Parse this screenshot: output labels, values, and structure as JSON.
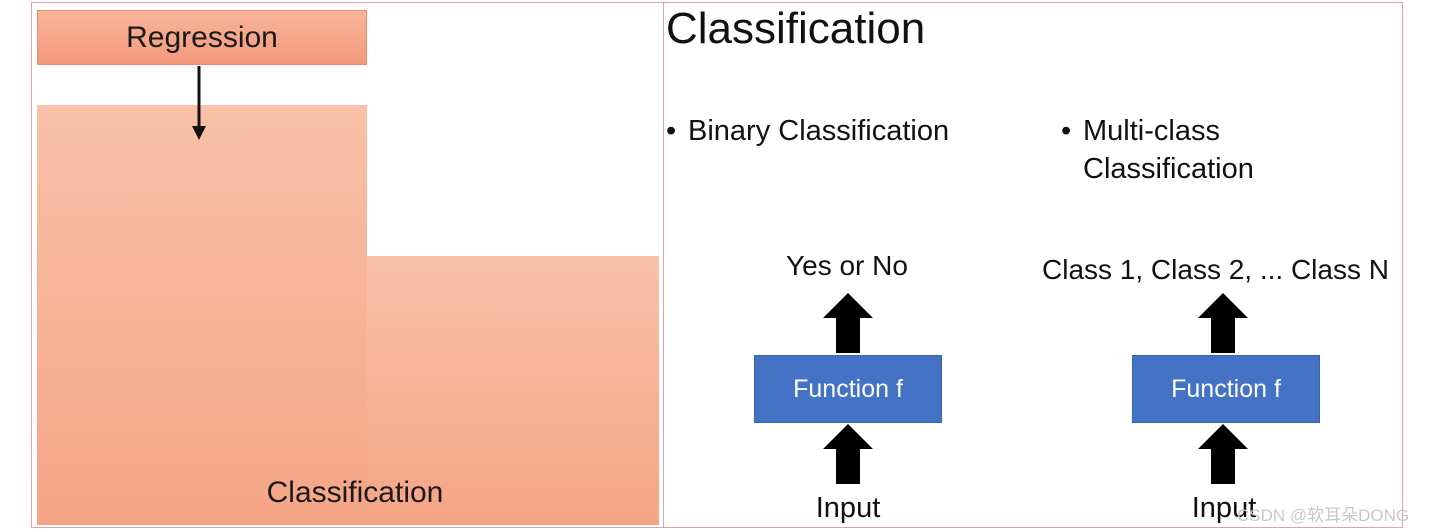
{
  "left_panel": {
    "regression_label": "Regression",
    "classification_label": "Classification",
    "colors": {
      "bar": "#f6ad90",
      "regression_box": "#f59a7c"
    }
  },
  "right_panel": {
    "title": "Classification",
    "binary": {
      "bullet": "Binary Classification",
      "output": "Yes or No",
      "function": "Function f",
      "input": "Input"
    },
    "multiclass": {
      "bullet_line1": "Multi-class",
      "bullet_line2": "Classification",
      "output": "Class 1, Class 2, ... Class N",
      "function": "Function f",
      "input": "Input"
    },
    "colors": {
      "function_box": "#4472c4"
    }
  },
  "watermark": "CSDN @软耳朵DONG",
  "icons": [
    "arrow-down-icon",
    "arrow-up-icon"
  ]
}
